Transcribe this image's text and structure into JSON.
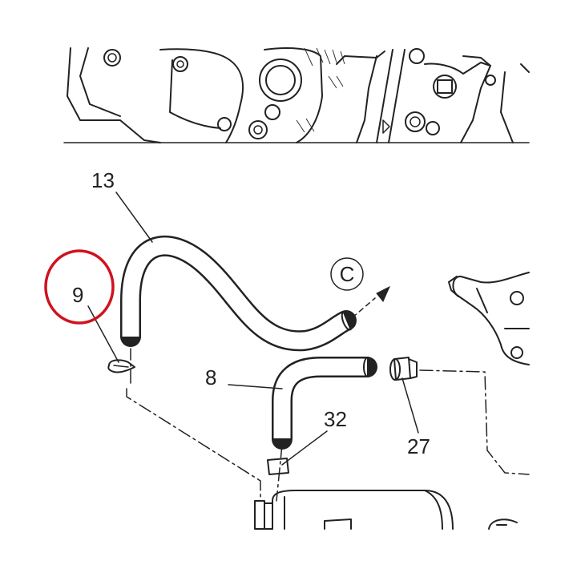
{
  "diagram": {
    "callouts": {
      "c13": "13",
      "c9": "9",
      "c8": "8",
      "c32": "32",
      "c27": "27",
      "view_ref": "C"
    }
  },
  "colors": {
    "highlight_circle": "#d0121f",
    "line": "#222222",
    "background": "#ffffff"
  }
}
